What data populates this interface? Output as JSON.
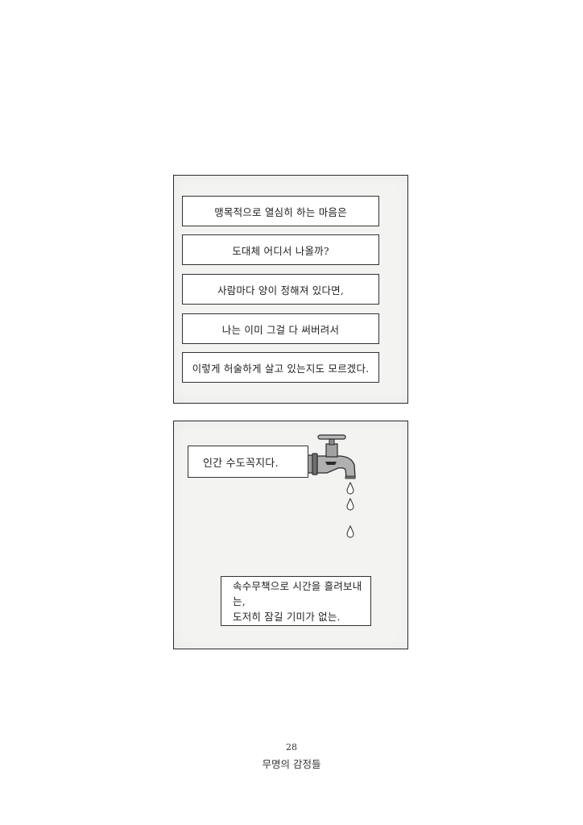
{
  "panel_1": {
    "captions": [
      "맹목적으로 열심히 하는 마음은",
      "도대체 어디서 나올까?",
      "사람마다 양이 정해져 있다면,",
      "나는 이미 그걸 다 써버려서",
      "이렇게 허술하게 살고 있는지도 모르겠다."
    ]
  },
  "panel_2": {
    "faucet_caption": "인간 수도꼭지다.",
    "bottom_caption": [
      "속수무책으로 시간을 흘려보내는,",
      "도저히 잠길 기미가 없는."
    ],
    "illustration": {
      "icon": "water-faucet-icon",
      "drops": 3,
      "metal_color": "#a9a9a9",
      "outline_color": "#2b2b2b"
    }
  },
  "footer": {
    "page_number": "28",
    "book_title": "무명의 감정들"
  },
  "colors": {
    "page_background": "#ffffff",
    "panel_background": "#f3f3f2",
    "caption_background": "#ffffff",
    "border": "#2b2b2b"
  }
}
